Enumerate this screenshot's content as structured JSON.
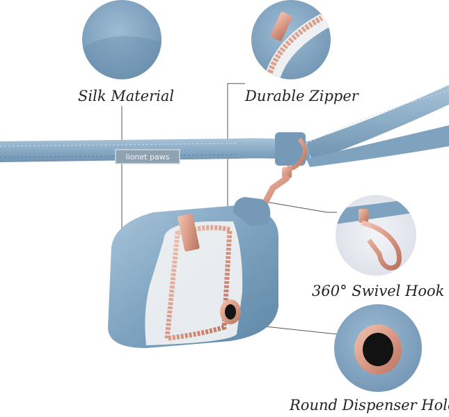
{
  "features": {
    "silk": "Silk Material",
    "zipper": "Durable Zipper",
    "hook": "360° Swivel Hook",
    "hole": "Round Dispenser Hole"
  },
  "brand_logo_text": "lionet paws",
  "colors": {
    "silk_blue": "#86a9c4",
    "silk_blue_dark": "#5e84a3",
    "rose_gold": "#d99a86",
    "zipper_white": "#eef0f2",
    "label_text": "#1f2328",
    "leader_line": "#555555"
  }
}
